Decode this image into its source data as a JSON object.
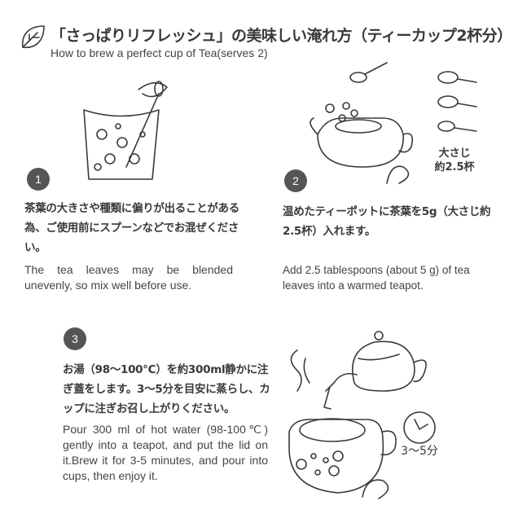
{
  "header": {
    "title": "「さっぱりリフレッシュ」の美味しい淹れ方（ティーカップ2杯分）",
    "subtitle": "How to brew a perfect cup of Tea(serves 2)"
  },
  "steps": [
    {
      "number": "1",
      "jp": "茶葉の大きさや種類に偏りが出ることがある為、ご使用前にスプーンなどでお混ぜください。",
      "en": "The tea leaves may be blended unevenly, so mix well before use."
    },
    {
      "number": "2",
      "jp": "温めたティーポットに茶葉を5g（大さじ約2.5杯）入れます。",
      "en": "Add 2.5 tablespoons (about 5 g) of tea leaves into a warmed teapot.",
      "label_line1": "大さじ",
      "label_line2": "約2.5杯"
    },
    {
      "number": "3",
      "jp": "お湯（98～100℃）を約300ml静かに注ぎ蓋をします。3～5分を目安に蒸らし、カップに注ぎお召し上がりください。",
      "en": "Pour 300 ml of hot water (98-100℃) gently into a teapot, and put the lid on it.Brew it for 3-5 minutes, and pour into cups, then enjoy it.",
      "time_label": "3～5分"
    }
  ]
}
